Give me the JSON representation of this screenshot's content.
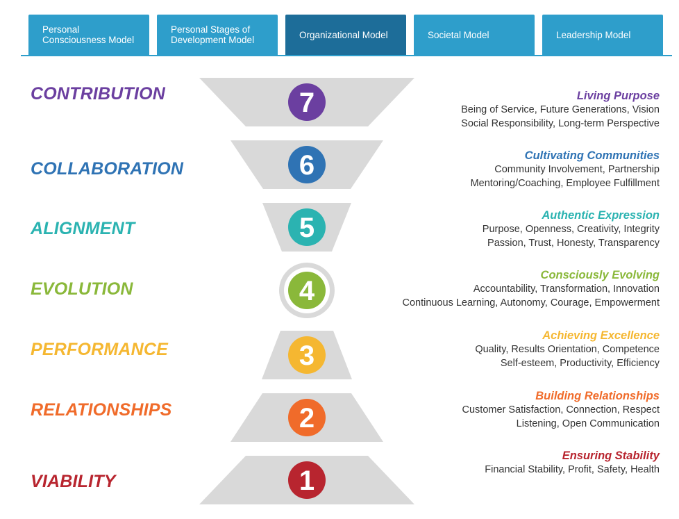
{
  "tabs": [
    {
      "label": "Personal Consciousness Model",
      "active": false
    },
    {
      "label": "Personal Stages of Development Model",
      "active": false
    },
    {
      "label": "Organizational Model",
      "active": true
    },
    {
      "label": "Societal Model",
      "active": false
    },
    {
      "label": "Leadership Model",
      "active": false
    }
  ],
  "levels": [
    {
      "number": "7",
      "name": "CONTRIBUTION",
      "color": "#6b3fa0",
      "heading": "Living Purpose",
      "lines": [
        "Being of Service, Future Generations, Vision",
        "Social Responsibility, Long-term Perspective"
      ]
    },
    {
      "number": "6",
      "name": "COLLABORATION",
      "color": "#2f73b4",
      "heading": "Cultivating Communities",
      "lines": [
        "Community Involvement, Partnership",
        "Mentoring/Coaching, Employee Fulfillment"
      ]
    },
    {
      "number": "5",
      "name": "ALIGNMENT",
      "color": "#2bb3b1",
      "heading": "Authentic Expression",
      "lines": [
        "Purpose, Openness, Creativity, Integrity",
        "Passion, Trust, Honesty, Transparency"
      ]
    },
    {
      "number": "4",
      "name": "EVOLUTION",
      "color": "#8ab83a",
      "heading": "Consciously Evolving",
      "lines": [
        "Accountability, Transformation, Innovation",
        "Continuous  Learning, Autonomy, Courage, Empowerment"
      ]
    },
    {
      "number": "3",
      "name": "PERFORMANCE",
      "color": "#f5b731",
      "heading": "Achieving Excellence",
      "lines": [
        "Quality, Results Orientation, Competence",
        "Self-esteem, Productivity, Efficiency"
      ]
    },
    {
      "number": "2",
      "name": "RELATIONSHIPS",
      "color": "#f06b2a",
      "heading": "Building Relationships",
      "lines": [
        "Customer Satisfaction, Connection, Respect",
        "Listening, Open Communication"
      ]
    },
    {
      "number": "1",
      "name": "VIABILITY",
      "color": "#b8252f",
      "heading": "Ensuring Stability",
      "lines": [
        "Financial Stability, Profit, Safety, Health"
      ]
    }
  ],
  "colors": {
    "tab": "#2e9ecb",
    "tab_active": "#1d6d99",
    "shape": "#d9d9d9",
    "center_ring": "#d9d9d9"
  },
  "icons": {
    "circle_badge": "numbered-circle-icon"
  }
}
